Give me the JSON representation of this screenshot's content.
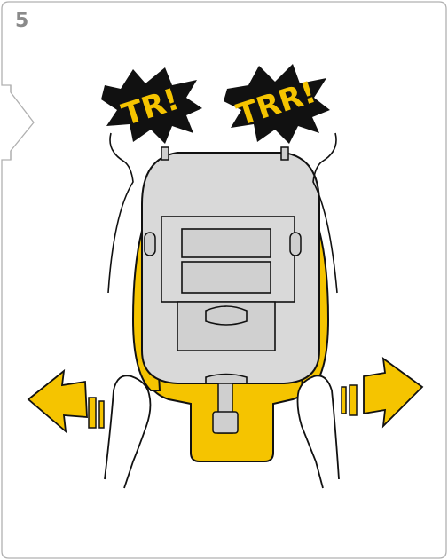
{
  "step": {
    "number": "5"
  },
  "bursts": [
    {
      "text": "TR!"
    },
    {
      "text": "TRR!"
    }
  ],
  "colors": {
    "accent": "#F5C400",
    "frame": "#b0b0b0",
    "burst_fill": "#111111",
    "seat_shell": "#d9d9d9",
    "outline": "#111111"
  },
  "icons": [
    "left-arrow-icon",
    "right-arrow-icon",
    "hand-icon",
    "arrow-chevron-icon"
  ]
}
